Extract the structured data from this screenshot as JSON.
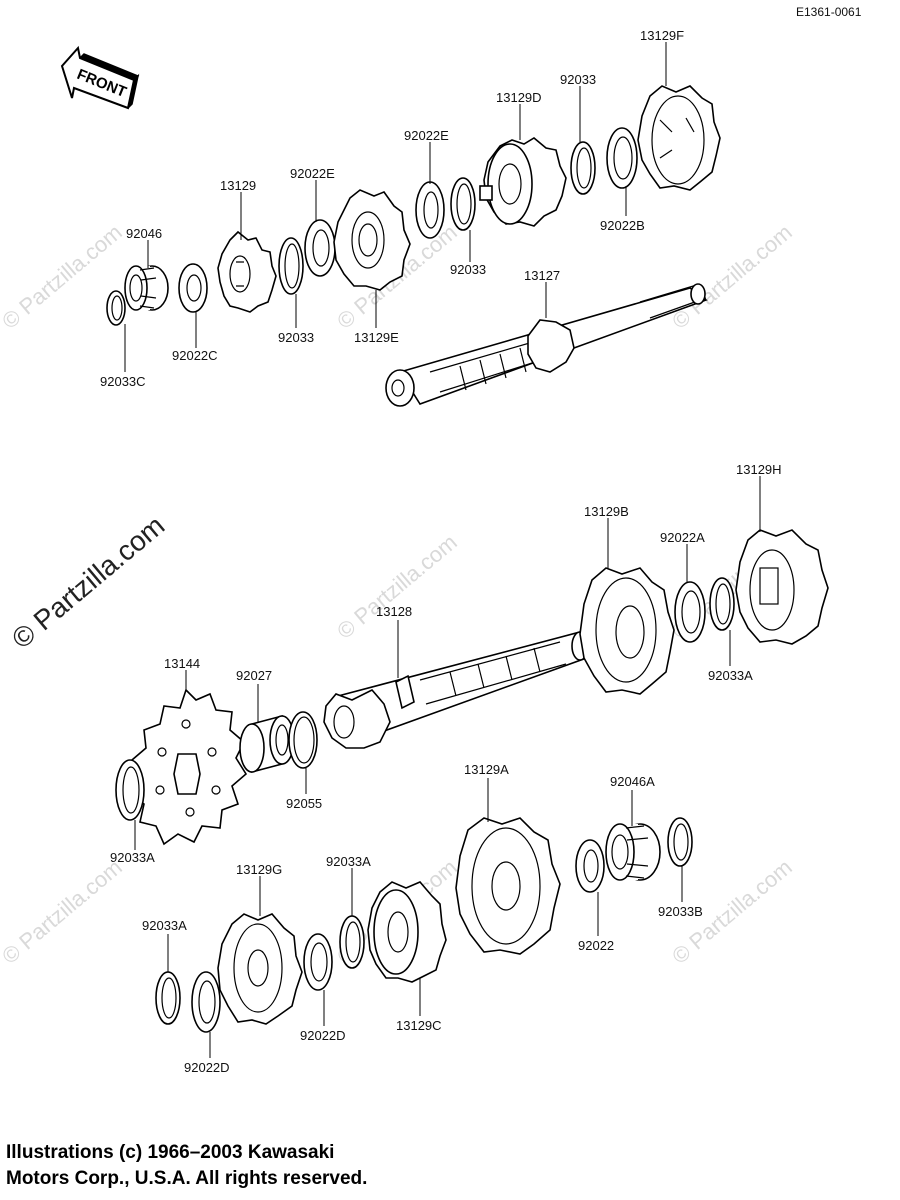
{
  "diagram_code": "E1361-0061",
  "front_label": "FRONT",
  "watermark": "© Partzilla.com",
  "parts": {
    "p13129F": "13129F",
    "p92033_top": "92033",
    "p13129D": "13129D",
    "p92022E_a": "92022E",
    "p92022E_b": "92022E",
    "p13129": "13129",
    "p92046": "92046",
    "p92022B": "92022B",
    "p92033_mid": "92033",
    "p13127": "13127",
    "p92022C": "92022C",
    "p92033_left": "92033",
    "p13129E": "13129E",
    "p92033C": "92033C",
    "p13129H": "13129H",
    "p13129B": "13129B",
    "p92022A": "92022A",
    "p13128": "13128",
    "p92033A_right": "92033A",
    "p13144": "13144",
    "p92027": "92027",
    "p92055": "92055",
    "p92033A_sprocket": "92033A",
    "p13129A": "13129A",
    "p92046A": "92046A",
    "p13129G": "13129G",
    "p92033A_mid": "92033A",
    "p92033B": "92033B",
    "p92022": "92022",
    "p92033A_bottom": "92033A",
    "p92022D_a": "92022D",
    "p92022D_b": "92022D",
    "p13129C": "13129C"
  },
  "footer": {
    "line1": "Illustrations (c) 1966–2003 Kawasaki",
    "line2": "Motors Corp., U.S.A.  All rights reserved."
  }
}
